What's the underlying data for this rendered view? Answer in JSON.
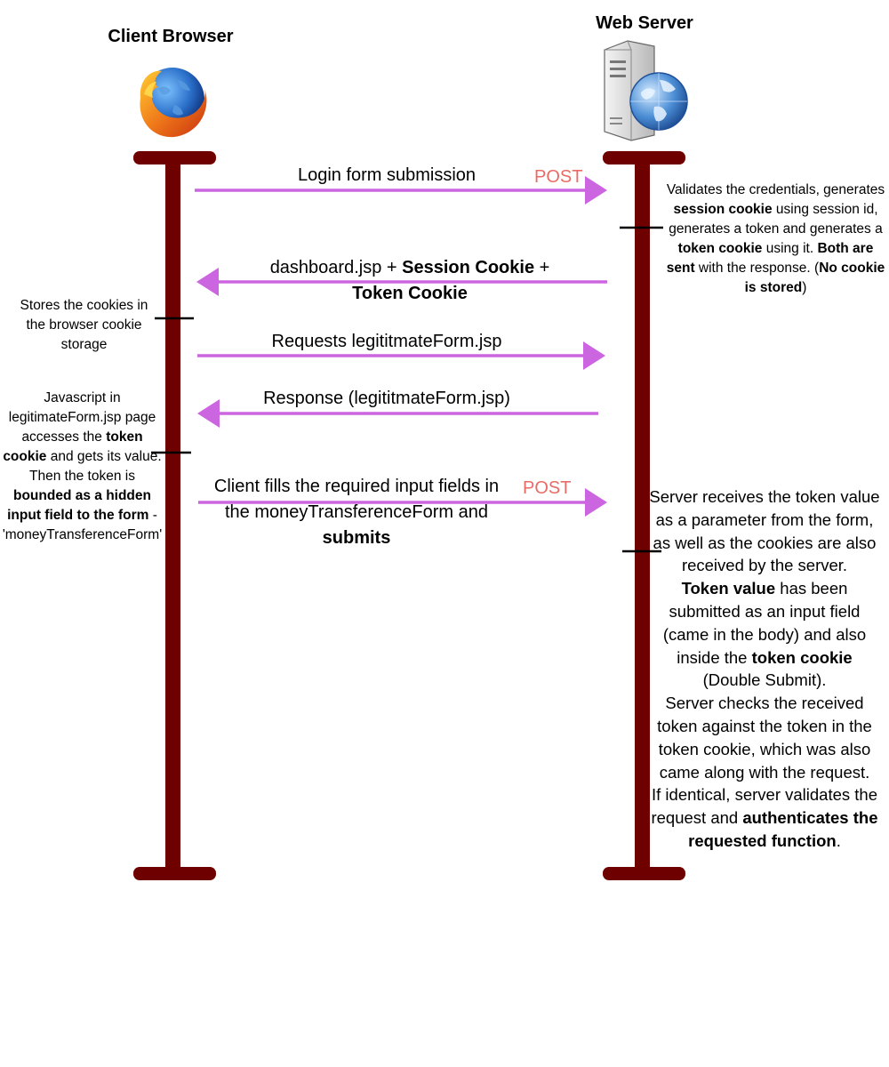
{
  "actors": {
    "client": {
      "title": "Client Browser",
      "icon": "firefox-browser-icon"
    },
    "server": {
      "title": "Web Server",
      "icon": "web-server-icon"
    }
  },
  "colors": {
    "lifeline": "#6f0000",
    "arrow": "#cc66e0",
    "post_label": "#ea6b66",
    "text": "#000000"
  },
  "messages": [
    {
      "direction": "client-to-server",
      "label": "Login form submission",
      "method": "POST"
    },
    {
      "direction": "server-to-client",
      "label_parts": [
        "dashboard.jsp + ",
        "Session Cookie",
        " + ",
        "Token Cookie"
      ]
    },
    {
      "direction": "client-to-server",
      "label": "Requests legititmateForm.jsp"
    },
    {
      "direction": "server-to-client",
      "label": "Response (legititmateForm.jsp)"
    },
    {
      "direction": "client-to-server",
      "label_parts": [
        "Client fills the required input fields in the moneyTransferenceForm and ",
        "submits"
      ],
      "method": "POST"
    }
  ],
  "notes": {
    "server_validate": {
      "t1": "Validates the credentials, generates ",
      "b1": "session cookie",
      "t2": " using session id, generates a token and generates a ",
      "b2": "token cookie",
      "t3": " using it. ",
      "b3": "Both are sent",
      "t4": " with the response. (",
      "b4": "No cookie is stored",
      "t5": ")"
    },
    "client_store": {
      "text": "Stores the cookies in the browser cookie storage"
    },
    "client_js": {
      "t1": "Javascript in legitimateForm.jsp page accesses the ",
      "b1": "token cookie",
      "t2": " and gets its value. Then the token is ",
      "b2": "bounded as a hidden input field to the form",
      "t3": " - 'moneyTransferenceForm'"
    },
    "server_check": {
      "t1": "Server receives the token value as a parameter from the form, as well as the cookies are also received by the server.",
      "b1": "Token value",
      "t2": " has been submitted as an input field (came in the body) and also inside the ",
      "b2": "token cookie",
      "t3": "(Double Submit).",
      "t4": "Server checks the received token against the token in the token cookie, which was also came along with the request.",
      "t5": "If identical, server validates the request and ",
      "b3": "authenticates the requested function",
      "t6": "."
    }
  }
}
